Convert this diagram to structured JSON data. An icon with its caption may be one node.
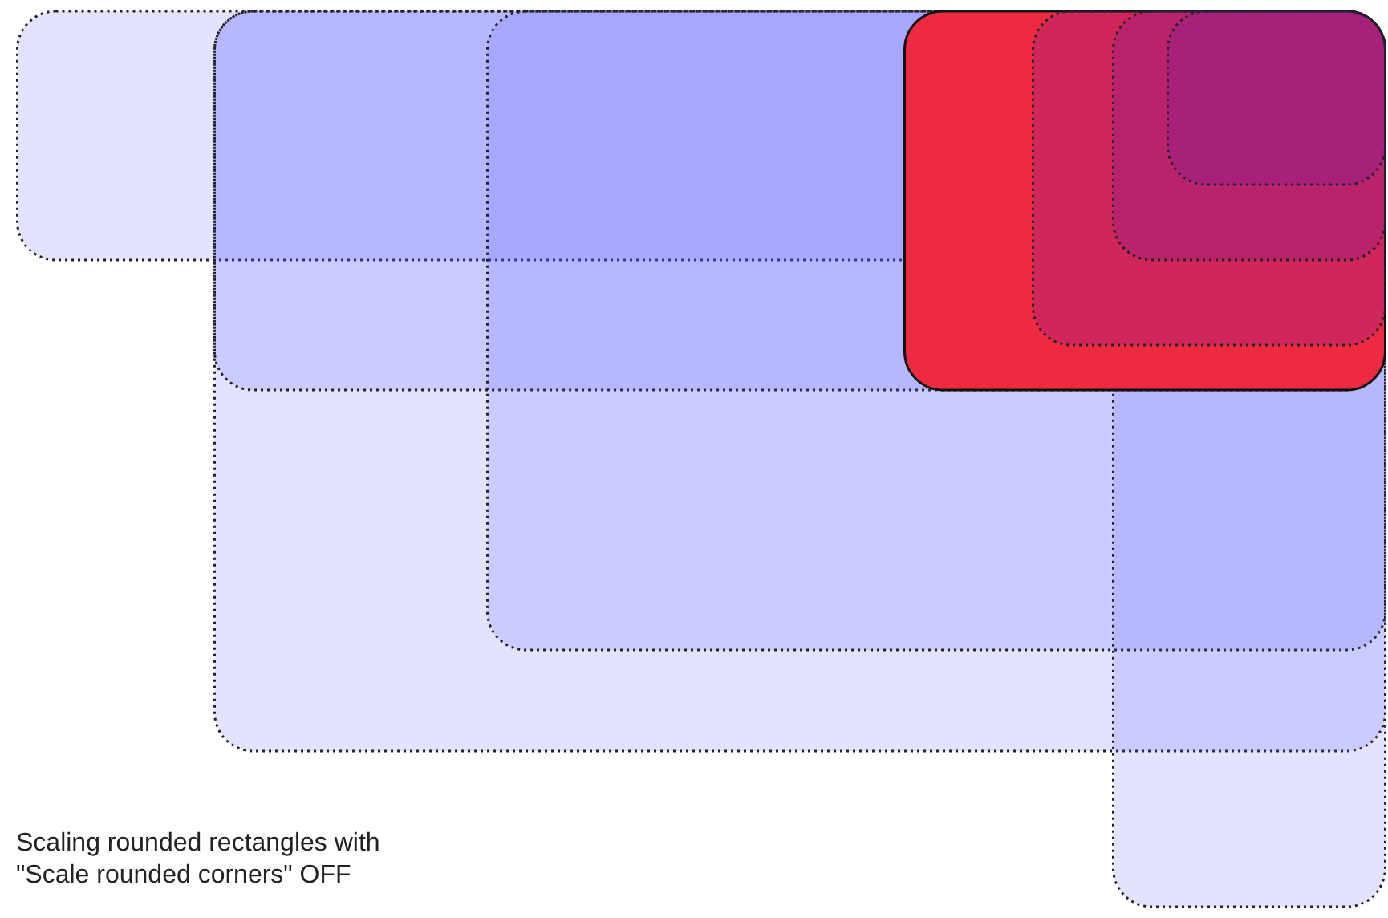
{
  "diagram": {
    "nodes": [
      {
        "text": [],
        "shape": "box"
      },
      {
        "text": [],
        "shape": "box",
        "in": 2
      },
      {
        "text": [],
        "shape": "box"
      },
      {
        "text": [],
        "shape": "box",
        "in": 2
      },
      {
        "text": [],
        "shape": "box"
      },
      {
        "text": [],
        "shape": "box"
      },
      {
        "text": [],
        "shape": "box",
        "in": 5
      },
      {
        "text": [],
        "shape": "box"
      },
      {
        "text": [],
        "shape": "box",
        "in": 7
      }
    ],
    "labels": [
      "Scaling rounded rectangles with \"Scale rounded corners\" OFF"
    ]
  }
}
